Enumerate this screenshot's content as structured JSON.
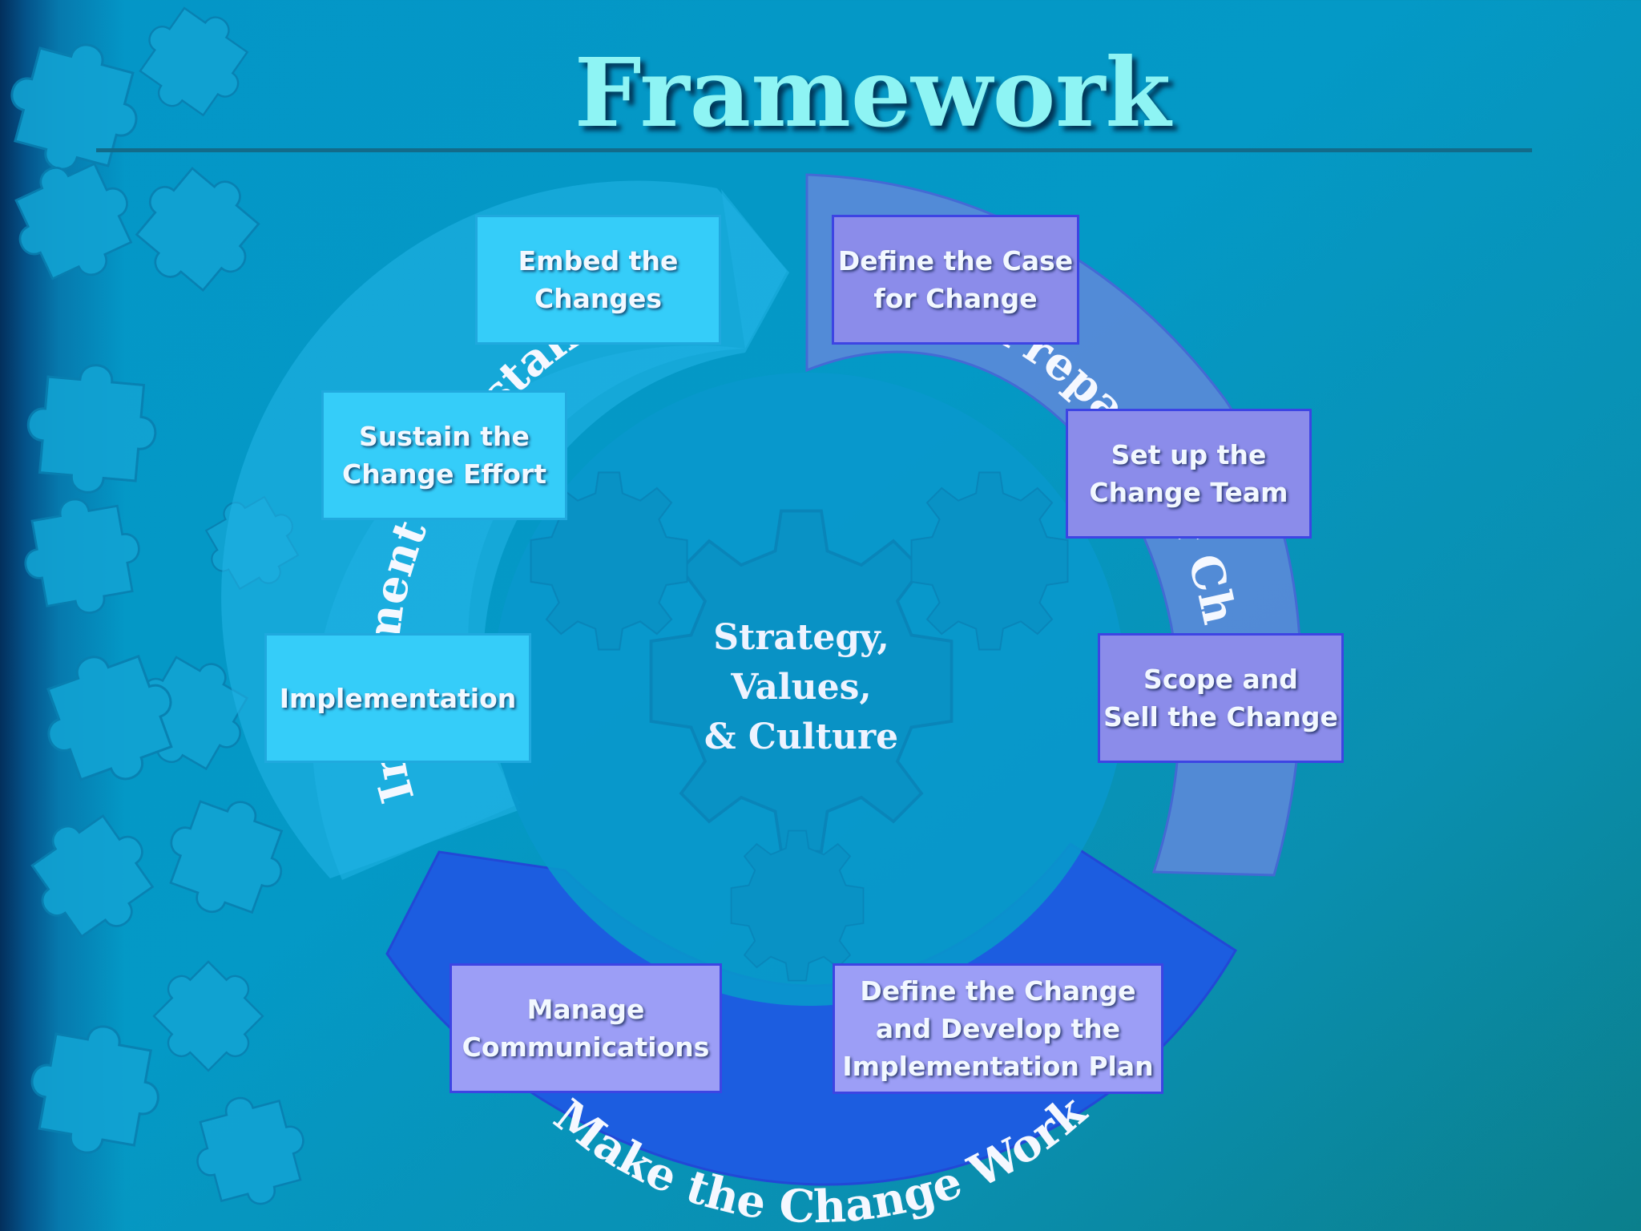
{
  "slide": {
    "title": "Framework"
  },
  "hub": {
    "line1": "Strategy,",
    "line2": "Values,",
    "line3": "& Culture"
  },
  "arcs": {
    "left": {
      "label": "Implement & Sustain Changes",
      "color": "#22b4e6"
    },
    "right": {
      "label": "Prepare for Change",
      "color": "#5a8ad8"
    },
    "bottom": {
      "label": "Make the Change Work",
      "color": "#1c5de0"
    }
  },
  "steps": {
    "embed": "Embed the\nChanges",
    "sustain": "Sustain the\nChange Effort",
    "implementation": "Implementation",
    "define_case": "Define the Case\nfor Change",
    "change_team": "Set up the\nChange Team",
    "scope_sell": "Scope and\nSell the Change",
    "manage_comms": "Manage\nCommunications",
    "define_change": "Define the Change\nand Develop the\nImplementation Plan"
  },
  "colors": {
    "background": "#0496c7",
    "title": "#8ef4f4",
    "cyan_box": "#35cdf9",
    "purple_box": "#8b8cea",
    "rule": "#126b8a"
  },
  "icons": [
    "puzzle-piece-icon",
    "gear-icon"
  ]
}
